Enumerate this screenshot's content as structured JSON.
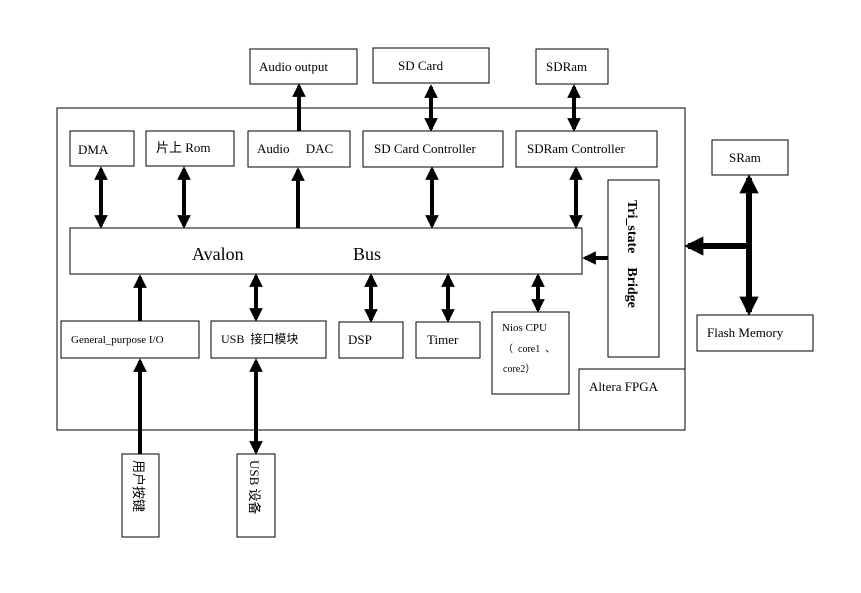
{
  "blocks": {
    "audio_output": "Audio output",
    "sd_card": "SD Card",
    "sdram": "SDRam",
    "dma": "DMA",
    "onchip_rom": "片上  Rom",
    "audio_dac": "Audio     DAC",
    "sd_card_controller": "SD Card Controller",
    "sdram_controller": "SDRam Controller",
    "sram": "SRam",
    "avalon": "Avalon",
    "bus": "Bus",
    "tristate_bridge": "Tri_state    Bridge",
    "gpio": "General_purpose I/O",
    "usb_module": "USB  接口模块",
    "dsp": "DSP",
    "timer": "Timer",
    "nios_cpu_line1": "Nios CPU",
    "nios_cpu_line2": "（  core1  、",
    "nios_cpu_line3": "core2）",
    "flash_memory": "Flash Memory",
    "altera_fpga": "Altera FPGA",
    "user_keys": "用户按键",
    "usb_device": "USB 设备"
  }
}
